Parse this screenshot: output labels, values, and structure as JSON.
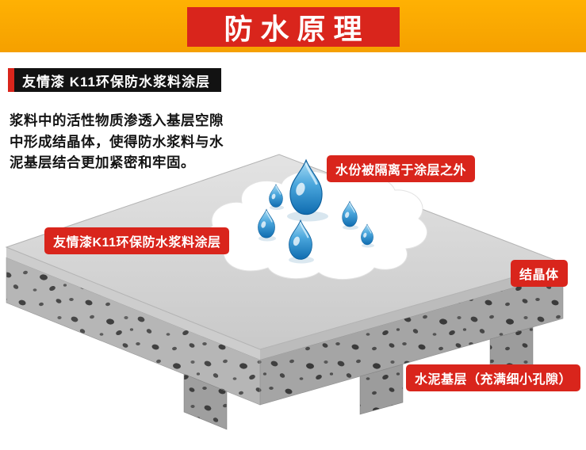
{
  "banner": {
    "title": "防水原理"
  },
  "tag": {
    "label": "友情漆 K11环保防水浆料涂层"
  },
  "description": {
    "lines": [
      "浆料中的活性物质渗透入基层空隙",
      "中形成结晶体，使得防水浆料与水",
      "泥基层结合更加紧密和牢固。"
    ]
  },
  "diagram": {
    "labels": {
      "water_isolated": "水份被隔离于涂层之外",
      "coating": "友情漆K11环保防水浆料涂层",
      "crystal": "结晶体",
      "cement_base": "水泥基层（充满细小孔隙）"
    },
    "colors": {
      "banner_yellow": "#f6a601",
      "accent_red": "#d9251c",
      "slab_top_gray": "#d4d4d4",
      "concrete_gray": "#b6b6b6",
      "water_blue": "#1c86c8"
    }
  }
}
